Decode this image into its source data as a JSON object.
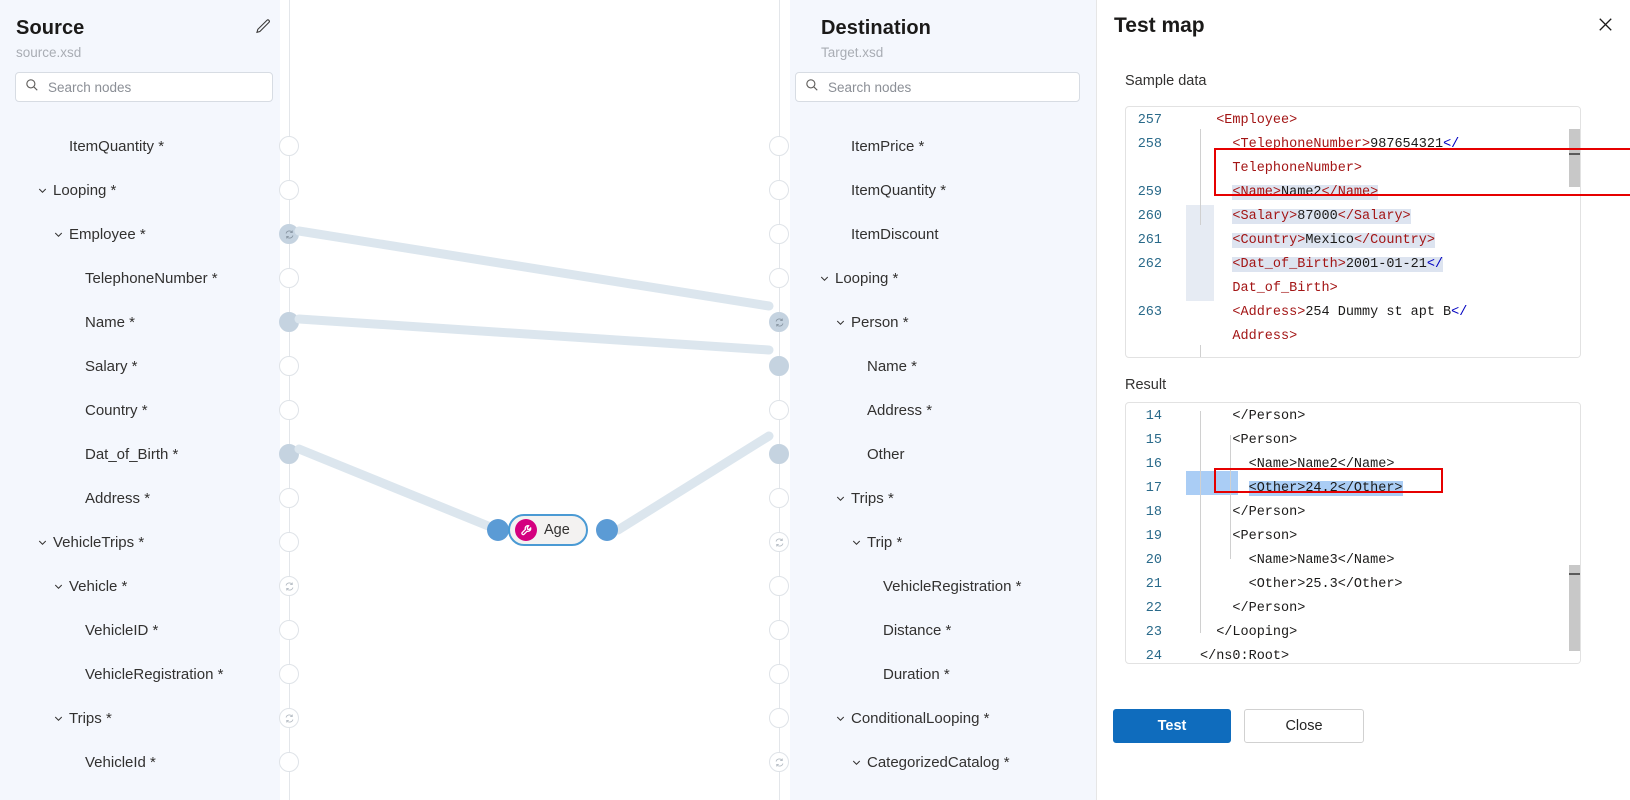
{
  "source": {
    "title": "Source",
    "filename": "source.xsd",
    "edit_icon": "pencil-icon",
    "search": {
      "placeholder": "Search nodes",
      "value": "",
      "icon": "search-icon"
    },
    "nodes": [
      {
        "label": "ItemQuantity *",
        "indent": 1,
        "chevron": false,
        "handle": "empty"
      },
      {
        "label": "Looping *",
        "indent": 0,
        "chevron": true,
        "handle": "empty"
      },
      {
        "label": "Employee *",
        "indent": 1,
        "chevron": true,
        "handle": "loop-connected"
      },
      {
        "label": "TelephoneNumber *",
        "indent": 2,
        "chevron": false,
        "handle": "empty"
      },
      {
        "label": "Name *",
        "indent": 2,
        "chevron": false,
        "handle": "filled"
      },
      {
        "label": "Salary *",
        "indent": 2,
        "chevron": false,
        "handle": "empty"
      },
      {
        "label": "Country *",
        "indent": 2,
        "chevron": false,
        "handle": "empty"
      },
      {
        "label": "Dat_of_Birth *",
        "indent": 2,
        "chevron": false,
        "handle": "filled"
      },
      {
        "label": "Address *",
        "indent": 2,
        "chevron": false,
        "handle": "empty"
      },
      {
        "label": "VehicleTrips *",
        "indent": 0,
        "chevron": true,
        "handle": "empty"
      },
      {
        "label": "Vehicle *",
        "indent": 1,
        "chevron": true,
        "handle": "loop"
      },
      {
        "label": "VehicleID *",
        "indent": 2,
        "chevron": false,
        "handle": "empty"
      },
      {
        "label": "VehicleRegistration *",
        "indent": 2,
        "chevron": false,
        "handle": "empty"
      },
      {
        "label": "Trips *",
        "indent": 1,
        "chevron": true,
        "handle": "loop"
      },
      {
        "label": "VehicleId *",
        "indent": 2,
        "chevron": false,
        "handle": "empty"
      }
    ]
  },
  "destination": {
    "title": "Destination",
    "filename": "Target.xsd",
    "edit_icon": "pencil-icon",
    "search": {
      "placeholder": "Search nodes",
      "value": "",
      "icon": "search-icon"
    },
    "nodes": [
      {
        "label": "ItemPrice *",
        "indent": 1,
        "chevron": false,
        "handle": "empty"
      },
      {
        "label": "ItemQuantity *",
        "indent": 1,
        "chevron": false,
        "handle": "empty"
      },
      {
        "label": "ItemDiscount",
        "indent": 1,
        "chevron": false,
        "handle": "empty"
      },
      {
        "label": "Looping *",
        "indent": 0,
        "chevron": true,
        "handle": "empty"
      },
      {
        "label": "Person *",
        "indent": 1,
        "chevron": true,
        "handle": "loop-connected"
      },
      {
        "label": "Name *",
        "indent": 2,
        "chevron": false,
        "handle": "filled"
      },
      {
        "label": "Address *",
        "indent": 2,
        "chevron": false,
        "handle": "empty"
      },
      {
        "label": "Other",
        "indent": 2,
        "chevron": false,
        "handle": "filled"
      },
      {
        "label": "Trips *",
        "indent": 1,
        "chevron": true,
        "handle": "empty"
      },
      {
        "label": "Trip *",
        "indent": 2,
        "chevron": true,
        "handle": "loop"
      },
      {
        "label": "VehicleRegistration *",
        "indent": 3,
        "chevron": false,
        "handle": "empty"
      },
      {
        "label": "Distance *",
        "indent": 3,
        "chevron": false,
        "handle": "empty"
      },
      {
        "label": "Duration *",
        "indent": 3,
        "chevron": false,
        "handle": "empty"
      },
      {
        "label": "ConditionalLooping *",
        "indent": 1,
        "chevron": true,
        "handle": "empty"
      },
      {
        "label": "CategorizedCatalog *",
        "indent": 2,
        "chevron": true,
        "handle": "loop"
      }
    ]
  },
  "canvas": {
    "function_node": {
      "label": "Age",
      "icon": "wrench-icon",
      "icon_color": "#d4007f",
      "border_color": "#4a9ad4",
      "dot_color": "#5b9bd5"
    },
    "edge_color": "#dce6ee"
  },
  "test_map": {
    "title": "Test map",
    "close_icon": "close-icon",
    "sample_data_label": "Sample data",
    "result_label": "Result",
    "sample_lines": [
      {
        "num": "257",
        "indent": 1,
        "segments": [
          {
            "t": "<Employee>",
            "c": "tag"
          }
        ]
      },
      {
        "num": "258",
        "indent": 2,
        "segments": [
          {
            "t": "<TelephoneNumber>",
            "c": "tag"
          },
          {
            "t": "987654321",
            "c": "val"
          },
          {
            "t": "</",
            "c": "ang"
          }
        ]
      },
      {
        "num": "",
        "indent": 2,
        "segments": [
          {
            "t": "TelephoneNumber>",
            "c": "tag"
          }
        ]
      },
      {
        "num": "259",
        "indent": 2,
        "segments": [
          {
            "t": "<Name>",
            "c": "tag"
          },
          {
            "t": "Name2",
            "c": "val"
          },
          {
            "t": "</Name>",
            "c": "tag"
          }
        ],
        "hl": "blue"
      },
      {
        "num": "260",
        "indent": 2,
        "segments": [
          {
            "t": "<Salary>",
            "c": "tag"
          },
          {
            "t": "87000",
            "c": "val"
          },
          {
            "t": "</Salary>",
            "c": "tag"
          }
        ],
        "hl": "blue"
      },
      {
        "num": "261",
        "indent": 2,
        "segments": [
          {
            "t": "<Country>",
            "c": "tag"
          },
          {
            "t": "Mexico",
            "c": "val"
          },
          {
            "t": "</Country>",
            "c": "tag"
          }
        ],
        "hl": "blue"
      },
      {
        "num": "262",
        "indent": 2,
        "segments": [
          {
            "t": "<Dat_of_Birth>",
            "c": "tag"
          },
          {
            "t": "2001-01-21",
            "c": "val"
          },
          {
            "t": "</",
            "c": "ang"
          }
        ],
        "hl": "blue"
      },
      {
        "num": "",
        "indent": 2,
        "segments": [
          {
            "t": "Dat_of_Birth>",
            "c": "tag"
          }
        ]
      },
      {
        "num": "263",
        "indent": 2,
        "segments": [
          {
            "t": "<Address>",
            "c": "tag"
          },
          {
            "t": "254 Dummy st apt B",
            "c": "val"
          },
          {
            "t": "</",
            "c": "ang"
          }
        ]
      },
      {
        "num": "",
        "indent": 2,
        "segments": [
          {
            "t": "Address>",
            "c": "tag"
          }
        ]
      }
    ],
    "result_lines": [
      {
        "num": "14",
        "indent": 2,
        "segments": [
          {
            "t": "</Person>",
            "c": "plain"
          }
        ]
      },
      {
        "num": "15",
        "indent": 2,
        "segments": [
          {
            "t": "<Person>",
            "c": "plain"
          }
        ]
      },
      {
        "num": "16",
        "indent": 3,
        "segments": [
          {
            "t": "<Name>Name2</Name>",
            "c": "plain"
          }
        ]
      },
      {
        "num": "17",
        "indent": 3,
        "segments": [
          {
            "t": "<Other>24.2</Other>",
            "c": "plain"
          }
        ],
        "hl": "sel"
      },
      {
        "num": "18",
        "indent": 2,
        "segments": [
          {
            "t": "</Person>",
            "c": "plain"
          }
        ]
      },
      {
        "num": "19",
        "indent": 2,
        "segments": [
          {
            "t": "<Person>",
            "c": "plain"
          }
        ]
      },
      {
        "num": "20",
        "indent": 3,
        "segments": [
          {
            "t": "<Name>Name3</Name>",
            "c": "plain"
          }
        ]
      },
      {
        "num": "21",
        "indent": 3,
        "segments": [
          {
            "t": "<Other>25.3</Other>",
            "c": "plain"
          }
        ]
      },
      {
        "num": "22",
        "indent": 2,
        "segments": [
          {
            "t": "</Person>",
            "c": "plain"
          }
        ]
      },
      {
        "num": "23",
        "indent": 1,
        "segments": [
          {
            "t": "</Looping>",
            "c": "plain"
          }
        ]
      },
      {
        "num": "24",
        "indent": 0,
        "segments": [
          {
            "t": "</ns0:Root>",
            "c": "plain"
          }
        ]
      }
    ],
    "buttons": {
      "test": "Test",
      "close": "Close"
    },
    "accent_color": "#0f6cbd",
    "highlight_color": "#e60000"
  }
}
